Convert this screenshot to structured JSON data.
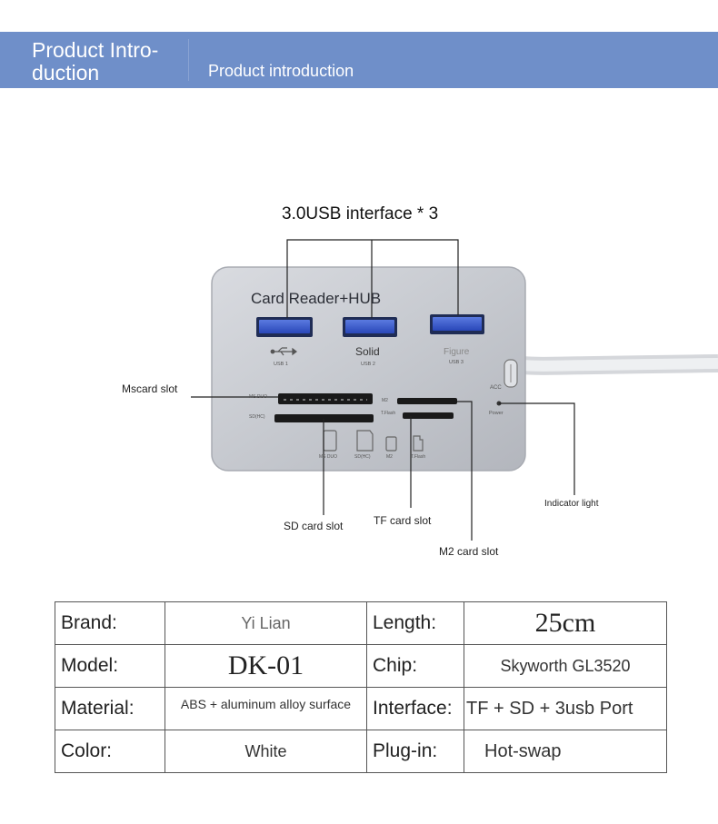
{
  "header": {
    "title": "Product Intro-duction",
    "subtitle": "Product introduction"
  },
  "diagram": {
    "heading": "3.0USB interface * 3",
    "device_label": "Card Reader+HUB",
    "ports": [
      {
        "caption": "",
        "sublabel": "USB 1",
        "icon": "usb-symbol-icon"
      },
      {
        "caption": "Solid",
        "sublabel": "USB 2"
      },
      {
        "caption": "Figure",
        "sublabel": "USB 3"
      }
    ],
    "acc_label": "ACC",
    "power_label": "Power",
    "slot_labels": {
      "ms_duo": "MS DUO",
      "sdhc": "SD(HC)",
      "m2": "M2",
      "tflash": "T.Flash"
    },
    "callouts": {
      "mscard": "Mscard slot",
      "sd": "SD card slot",
      "tf": "TF card slot",
      "m2": "M2 card slot",
      "indicator": "Indicator light"
    },
    "colors": {
      "banner": "#6f8fc9",
      "device": "#c9ccd2",
      "usb_port": "#3b5ed0"
    }
  },
  "specs": [
    {
      "label1": "Brand:",
      "value1": "Yi Lian",
      "label2": "Length:",
      "value2": "25cm"
    },
    {
      "label1": "Model:",
      "value1": "DK-01",
      "label2": "Chip:",
      "value2": "Skyworth GL3520"
    },
    {
      "label1": "Material:",
      "value1": "ABS + aluminum alloy surface",
      "label2": "Interface:",
      "value2": "TF + SD + 3usb Port"
    },
    {
      "label1": "Color:",
      "value1": "White",
      "label2": "Plug-in:",
      "value2": "Hot-swap"
    }
  ]
}
